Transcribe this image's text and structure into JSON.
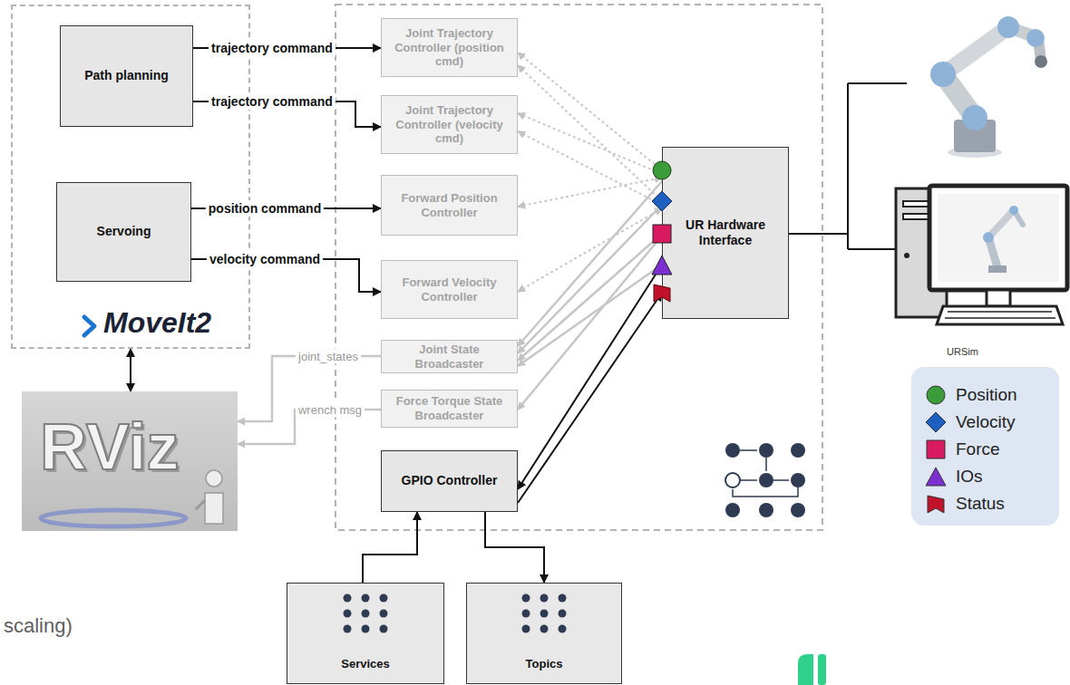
{
  "diagram": {
    "nodes": [
      {
        "text": [
          "MoveIt2"
        ]
      },
      {
        "text": [
          "Path planning"
        ],
        "in": 0
      },
      {
        "text": [
          "Servoing"
        ],
        "in": 0
      },
      {
        "text": [
          "Joint Trajectory Controller (position cmd)"
        ]
      },
      {
        "text": [
          "Joint Trajectory Controller (velocity cmd)"
        ]
      },
      {
        "text": [
          "Forward Position Controller"
        ]
      },
      {
        "text": [
          "Forward Velocity Controller"
        ]
      },
      {
        "text": [
          "Joint State Broadcaster"
        ]
      },
      {
        "text": [
          "Force Torque State Broadcaster"
        ]
      },
      {
        "text": [
          "UR Hardware Interface"
        ]
      },
      {
        "text": [
          "GPIO Controller"
        ]
      },
      {
        "text": [
          "Services"
        ]
      },
      {
        "text": [
          "Topics"
        ]
      },
      {
        "text": [
          "RViz"
        ]
      }
    ],
    "edges": [
      {
        "from": 1,
        "to": 3,
        "label": "trajectory command",
        "arrow": "to"
      },
      {
        "from": 1,
        "to": 4,
        "label": "trajectory command",
        "arrow": "to"
      },
      {
        "from": 2,
        "to": 5,
        "label": "position command",
        "arrow": "to"
      },
      {
        "from": 2,
        "to": 6,
        "label": "velocity command",
        "arrow": "to"
      },
      {
        "from": 0,
        "to": 13,
        "arrow": "both"
      },
      {
        "from": 7,
        "to": 13,
        "label": "joint_states",
        "arrow": "to"
      },
      {
        "from": 8,
        "to": 13,
        "label": "wrench msg",
        "arrow": "to"
      },
      {
        "from": 11,
        "to": 10,
        "arrow": "to"
      },
      {
        "from": 10,
        "to": 12,
        "arrow": "to"
      },
      {
        "from": 9,
        "to": 10,
        "arrow": "both"
      },
      {
        "from": 10,
        "to": 9,
        "arrow": "to"
      },
      {
        "from": 3,
        "to": 9,
        "arrow": "both"
      },
      {
        "from": 3,
        "to": 9,
        "arrow": "both"
      },
      {
        "from": 4,
        "to": 9,
        "arrow": "both"
      },
      {
        "from": 4,
        "to": 9,
        "arrow": "both"
      },
      {
        "from": 5,
        "to": 9,
        "arrow": "both"
      },
      {
        "from": 6,
        "to": 9,
        "arrow": "both"
      },
      {
        "from": 9,
        "to": 7,
        "arrow": "to"
      },
      {
        "from": 9,
        "to": 7,
        "arrow": "to"
      },
      {
        "from": 9,
        "to": 7,
        "arrow": "to"
      },
      {
        "from": 9,
        "to": 7,
        "arrow": "to"
      },
      {
        "from": 9,
        "to": 8,
        "arrow": "to"
      }
    ],
    "labels": [
      "URSim",
      "scaling)"
    ],
    "legend": [
      {
        "text": "Position"
      },
      {
        "text": "Velocity"
      },
      {
        "text": "Force"
      },
      {
        "text": "IOs"
      },
      {
        "text": "Status"
      }
    ]
  }
}
